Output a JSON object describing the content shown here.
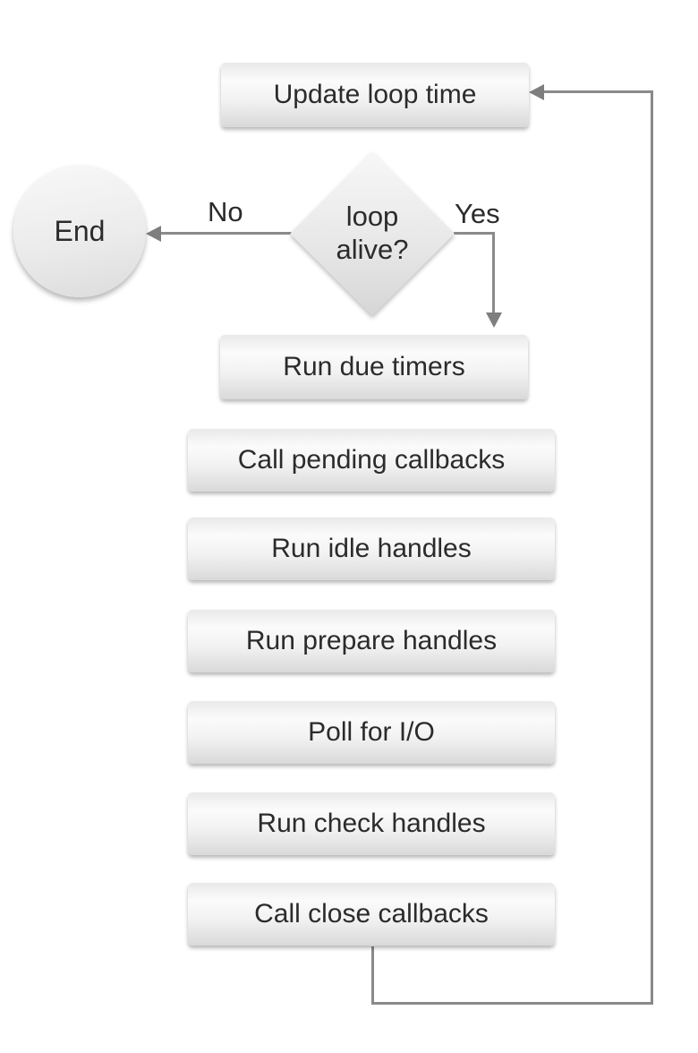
{
  "flowchart": {
    "nodes": {
      "update_loop_time": "Update loop time",
      "decision": {
        "line1": "loop",
        "line2": "alive?"
      },
      "end": "End",
      "steps": [
        "Run due timers",
        "Call pending callbacks",
        "Run idle handles",
        "Run prepare handles",
        "Poll for I/O",
        "Run check handles",
        "Call close callbacks"
      ]
    },
    "branch_labels": {
      "no": "No",
      "yes": "Yes"
    },
    "colors": {
      "background": "#ffffff",
      "connector": "#8a8a8a",
      "arrowhead": "#7e7e7e",
      "node_fill_light": "#fbfbfb",
      "node_fill_dark": "#d9d9d9",
      "text": "#2b2b2b"
    }
  }
}
